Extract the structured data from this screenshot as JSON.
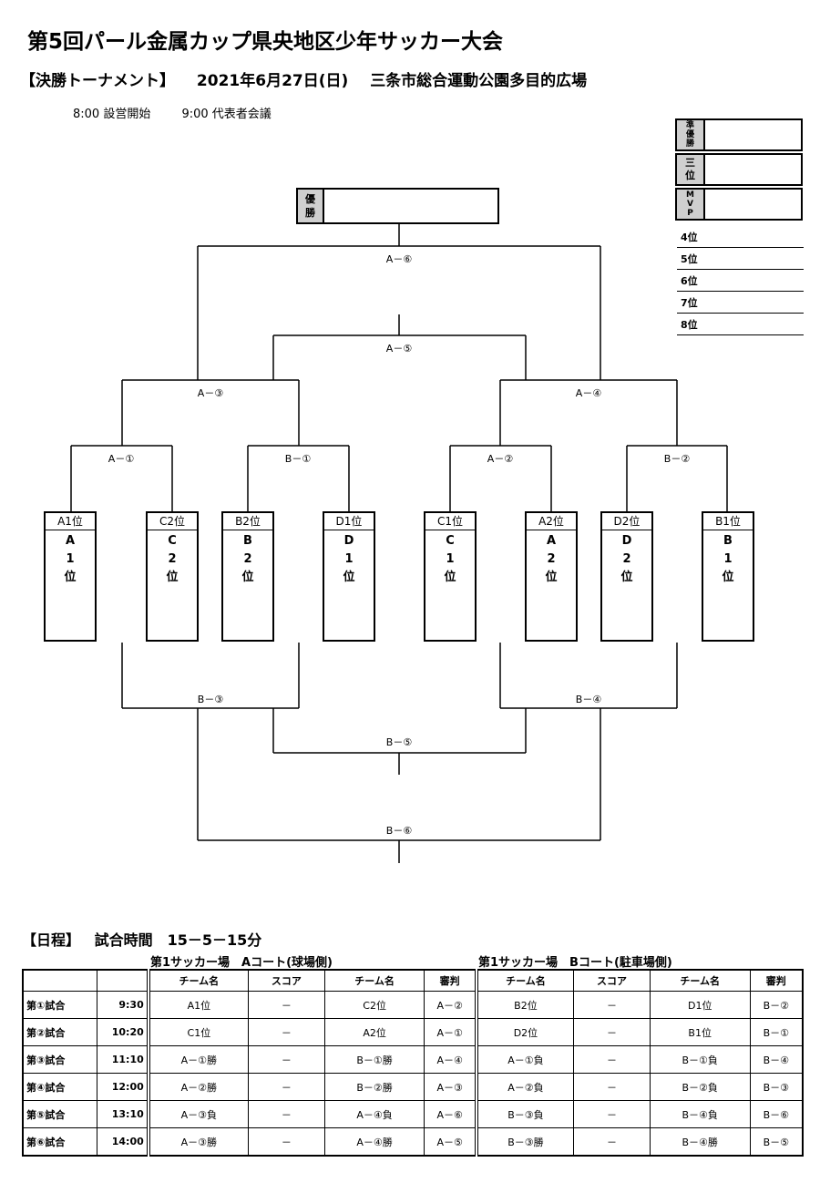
{
  "header": {
    "title": "第5回パール金属カップ県央地区少年サッカー大会",
    "section": "【決勝トーナメント】",
    "date": "2021年6月27日(日)",
    "venue": "三条市総合運動公園多目的広場",
    "setup": "8:00  設営開始",
    "meeting": "9:00  代表者会議"
  },
  "ranking": {
    "runner_up": "準優勝",
    "third": "三位",
    "mvp": "MVP",
    "winner": "優勝",
    "places": [
      "4位",
      "5位",
      "6位",
      "7位",
      "8位"
    ]
  },
  "teams": [
    {
      "head": "A1位",
      "group": "A",
      "rank": "1",
      "suffix": "位"
    },
    {
      "head": "C2位",
      "group": "C",
      "rank": "2",
      "suffix": "位"
    },
    {
      "head": "B2位",
      "group": "B",
      "rank": "2",
      "suffix": "位"
    },
    {
      "head": "D1位",
      "group": "D",
      "rank": "1",
      "suffix": "位"
    },
    {
      "head": "C1位",
      "group": "C",
      "rank": "1",
      "suffix": "位"
    },
    {
      "head": "A2位",
      "group": "A",
      "rank": "2",
      "suffix": "位"
    },
    {
      "head": "D2位",
      "group": "D",
      "rank": "2",
      "suffix": "位"
    },
    {
      "head": "B1位",
      "group": "B",
      "rank": "1",
      "suffix": "位"
    }
  ],
  "matches": {
    "a1": "A－①",
    "b1": "B－①",
    "a2": "A－②",
    "b2": "B－②",
    "a3": "A－③",
    "a4": "A－④",
    "a5": "A－⑤",
    "a6": "A－⑥",
    "b3": "B－③",
    "b4": "B－④",
    "b5": "B－⑤",
    "b6": "B－⑥"
  },
  "schedule": {
    "label": "【日程】",
    "duration": "試合時間　15－5－15分",
    "court_a": "第1サッカー場　Aコート(球場側)",
    "court_b": "第1サッカー場　Bコート(駐車場側)",
    "columns": [
      "チーム名",
      "スコア",
      "チーム名",
      "審判"
    ],
    "rows": [
      {
        "game": "第①試合",
        "time": "9:30",
        "a_team1": "A1位",
        "a_score": "－",
        "a_team2": "C2位",
        "a_ref": "A－②",
        "b_team1": "B2位",
        "b_score": "－",
        "b_team2": "D1位",
        "b_ref": "B－②"
      },
      {
        "game": "第②試合",
        "time": "10:20",
        "a_team1": "C1位",
        "a_score": "－",
        "a_team2": "A2位",
        "a_ref": "A－①",
        "b_team1": "D2位",
        "b_score": "－",
        "b_team2": "B1位",
        "b_ref": "B－①"
      },
      {
        "game": "第③試合",
        "time": "11:10",
        "a_team1": "A－①勝",
        "a_score": "－",
        "a_team2": "B－①勝",
        "a_ref": "A－④",
        "b_team1": "A－①負",
        "b_score": "－",
        "b_team2": "B－①負",
        "b_ref": "B－④"
      },
      {
        "game": "第④試合",
        "time": "12:00",
        "a_team1": "A－②勝",
        "a_score": "－",
        "a_team2": "B－②勝",
        "a_ref": "A－③",
        "b_team1": "A－②負",
        "b_score": "－",
        "b_team2": "B－②負",
        "b_ref": "B－③"
      },
      {
        "game": "第⑤試合",
        "time": "13:10",
        "a_team1": "A－③負",
        "a_score": "－",
        "a_team2": "A－④負",
        "a_ref": "A－⑥",
        "b_team1": "B－③負",
        "b_score": "－",
        "b_team2": "B－④負",
        "b_ref": "B－⑥"
      },
      {
        "game": "第⑥試合",
        "time": "14:00",
        "a_team1": "A－③勝",
        "a_score": "－",
        "a_team2": "A－④勝",
        "a_ref": "A－⑤",
        "b_team1": "B－③勝",
        "b_score": "－",
        "b_team2": "B－④勝",
        "b_ref": "B－⑤"
      }
    ]
  }
}
